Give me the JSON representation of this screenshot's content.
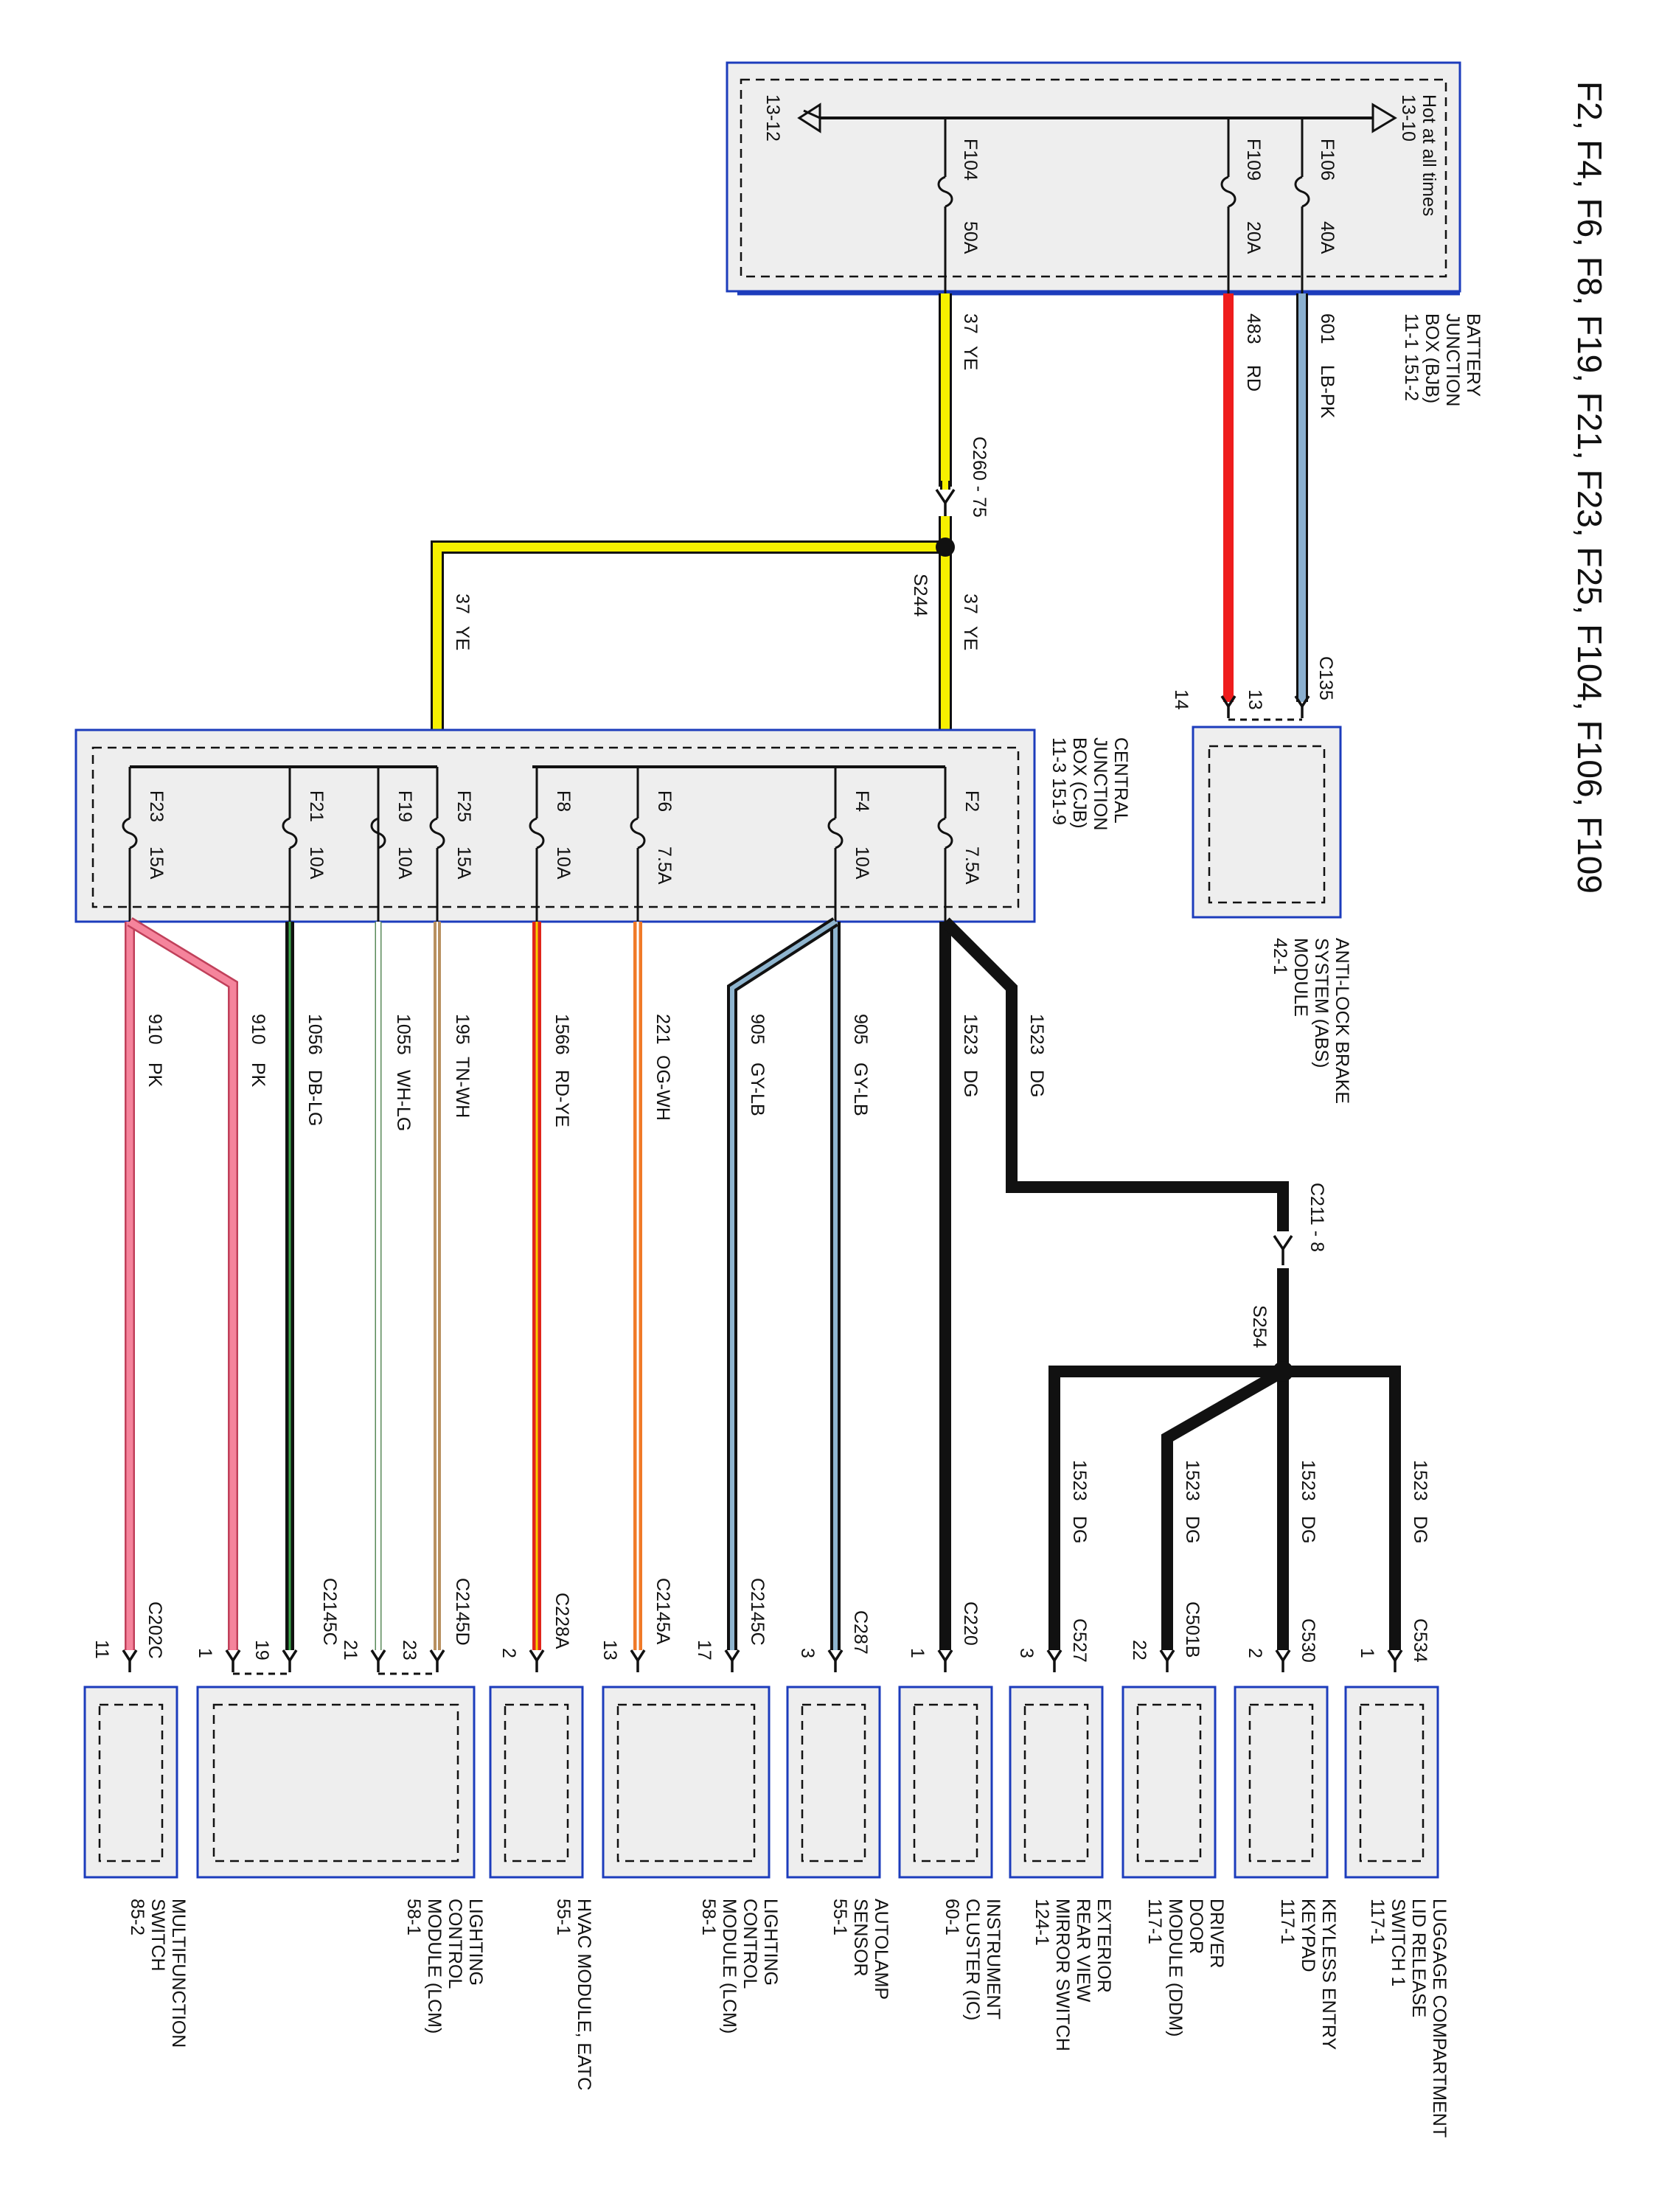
{
  "title": "F2, F4, F6, F8, F19, F21, F23, F25, F104, F106, F109",
  "bjb": {
    "name": [
      "BATTERY",
      "JUNCTION",
      "BOX (BJB)",
      "11-1   151-2"
    ],
    "hot_label": [
      "Hot at all times",
      "13-10"
    ],
    "ref": "13-12",
    "fuses": [
      {
        "id": "F106",
        "rating": "40A"
      },
      {
        "id": "F109",
        "rating": "20A"
      },
      {
        "id": "F104",
        "rating": "50A"
      }
    ]
  },
  "abs": {
    "connector": "C135",
    "pins": [
      "13",
      "14"
    ],
    "name": [
      "ANTI-LOCK BRAKE",
      "SYSTEM (ABS)",
      "MODULE",
      "42-1"
    ]
  },
  "cjb": {
    "name": [
      "CENTRAL",
      "JUNCTION",
      "BOX (CJB)",
      "11-3   151-9"
    ],
    "fuses": [
      {
        "id": "F2",
        "rating": "7.5A"
      },
      {
        "id": "F4",
        "rating": "10A"
      },
      {
        "id": "F6",
        "rating": "7.5A"
      },
      {
        "id": "F8",
        "rating": "10A"
      },
      {
        "id": "F25",
        "rating": "15A"
      },
      {
        "id": "F19",
        "rating": "10A"
      },
      {
        "id": "F21",
        "rating": "10A"
      },
      {
        "id": "F23",
        "rating": "15A"
      }
    ]
  },
  "wires": [
    {
      "circuit": "601",
      "color_code": "LB-PK",
      "hex": "#8bb0d0"
    },
    {
      "circuit": "483",
      "color_code": "RD",
      "hex": "#ee1c1c"
    },
    {
      "circuit": "37",
      "color_code": "YE",
      "hex": "#f6f000"
    },
    {
      "circuit": "1523",
      "color_code": "DG",
      "hex": "#111111"
    },
    {
      "circuit": "905",
      "color_code": "GY-LB",
      "hex": "#8fb5cf"
    },
    {
      "circuit": "221",
      "color_code": "OG-WH",
      "hex": "#f07a28"
    },
    {
      "circuit": "1566",
      "color_code": "RD-YE",
      "hex": "#e0251c"
    },
    {
      "circuit": "195",
      "color_code": "TN-WH",
      "hex": "#b89060"
    },
    {
      "circuit": "1055",
      "color_code": "WH-LG",
      "hex": "#ffffff"
    },
    {
      "circuit": "1056",
      "color_code": "DB-LG",
      "hex": "#1c3aa0"
    },
    {
      "circuit": "910",
      "color_code": "PK",
      "hex": "#f5849c"
    }
  ],
  "connectors": {
    "c260": "C260 - 75",
    "s244": "S244",
    "c211": "C211 - 8",
    "s254": "S254"
  },
  "components": [
    {
      "name": [
        "LUGGAGE COMPARTMENT",
        "LID RELEASE",
        "SWITCH 1",
        "117-1"
      ],
      "connector": "C534",
      "pin": "1"
    },
    {
      "name": [
        "KEYLESS ENTRY",
        "KEYPAD",
        "117-1"
      ],
      "connector": "C530",
      "pin": "2"
    },
    {
      "name": [
        "DRIVER",
        "DOOR",
        "MODULE (DDM)",
        "117-1"
      ],
      "connector": "C501B",
      "pin": "22"
    },
    {
      "name": [
        "EXTERIOR",
        "REAR VIEW",
        "MIRROR SWITCH",
        "124-1"
      ],
      "connector": "C527",
      "pin": "3"
    },
    {
      "name": [
        "INSTRUMENT",
        "CLUSTER (IC)",
        "60-1"
      ],
      "connector": "C220",
      "pin": "1"
    },
    {
      "name": [
        "AUTOLAMP",
        "SENSOR",
        "55-1"
      ],
      "connector": "C287",
      "pin": "3"
    },
    {
      "name": [
        "LIGHTING",
        "CONTROL",
        "MODULE (LCM)",
        "58-1"
      ],
      "connector": "C2145C",
      "connector2": "C2145A",
      "pin": "17",
      "pin2": "13"
    },
    {
      "name": [
        "HVAC MODULE, EATC",
        "55-1"
      ],
      "connector": "C228A",
      "pin": "2"
    },
    {
      "name": [
        "LIGHTING",
        "CONTROL",
        "MODULE (LCM)",
        "58-1"
      ],
      "connector": "C2145D",
      "connector2": "C2145C",
      "pins": [
        "23",
        "21",
        "19",
        "1"
      ]
    },
    {
      "name": [
        "MULTIFUNCTION",
        "SWITCH",
        "85-2"
      ],
      "connector": "C202C",
      "pin": "11"
    }
  ]
}
